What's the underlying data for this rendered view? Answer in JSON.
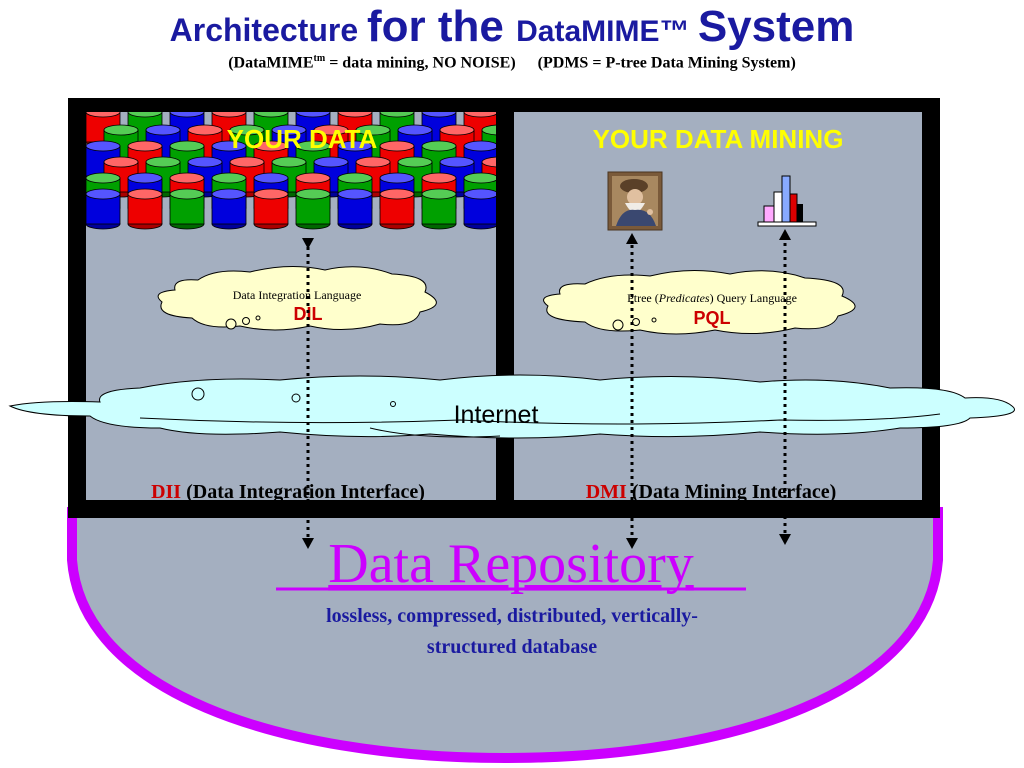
{
  "header": {
    "title_part1": "Architecture ",
    "title_part2": "for the ",
    "title_part3": "DataMIME™ ",
    "title_part4": "System",
    "subtitle_part1": "(DataMIME",
    "subtitle_sup": "tm",
    "subtitle_part2": " = data mining, NO NOISE)",
    "subtitle_part3": "(PDMS = P-tree Data Mining System)"
  },
  "left_panel": {
    "heading": "YOUR DATA",
    "cloud_text": "Data Integration Language",
    "cloud_acronym": "DIL",
    "interface_acronym": "DII",
    "interface_text": " (Data Integration Interface)"
  },
  "right_panel": {
    "heading": "YOUR DATA MINING",
    "cloud_text_before": "Ptree (",
    "cloud_text_italic": "Predicates",
    "cloud_text_after": ") Query Language",
    "cloud_acronym": "PQL",
    "interface_acronym": "DMI",
    "interface_text": " (Data Mining Interface)"
  },
  "internet": {
    "label": "Internet"
  },
  "repository": {
    "title": "Data Repository",
    "desc_line1": "lossless, compressed, distributed, vertically-",
    "desc_line2": "structured database"
  },
  "colors": {
    "title_blue": "#1a1aa0",
    "heading_yellow": "#ffff00",
    "acronym_red": "#cc0000",
    "repository_magenta": "#cc00ff",
    "repository_desc_blue": "#1a1aa0",
    "panel_bg": "#a4afc0",
    "frame_black": "#000000",
    "cloud_fill": "#ffffcc",
    "internet_fill": "#ccffff",
    "cylinder_red": "#ee0000",
    "cylinder_green": "#00a000",
    "cylinder_blue": "#0000dd"
  },
  "icons": {
    "user": "user-photo-icon",
    "chart": "bar-chart-icon"
  }
}
